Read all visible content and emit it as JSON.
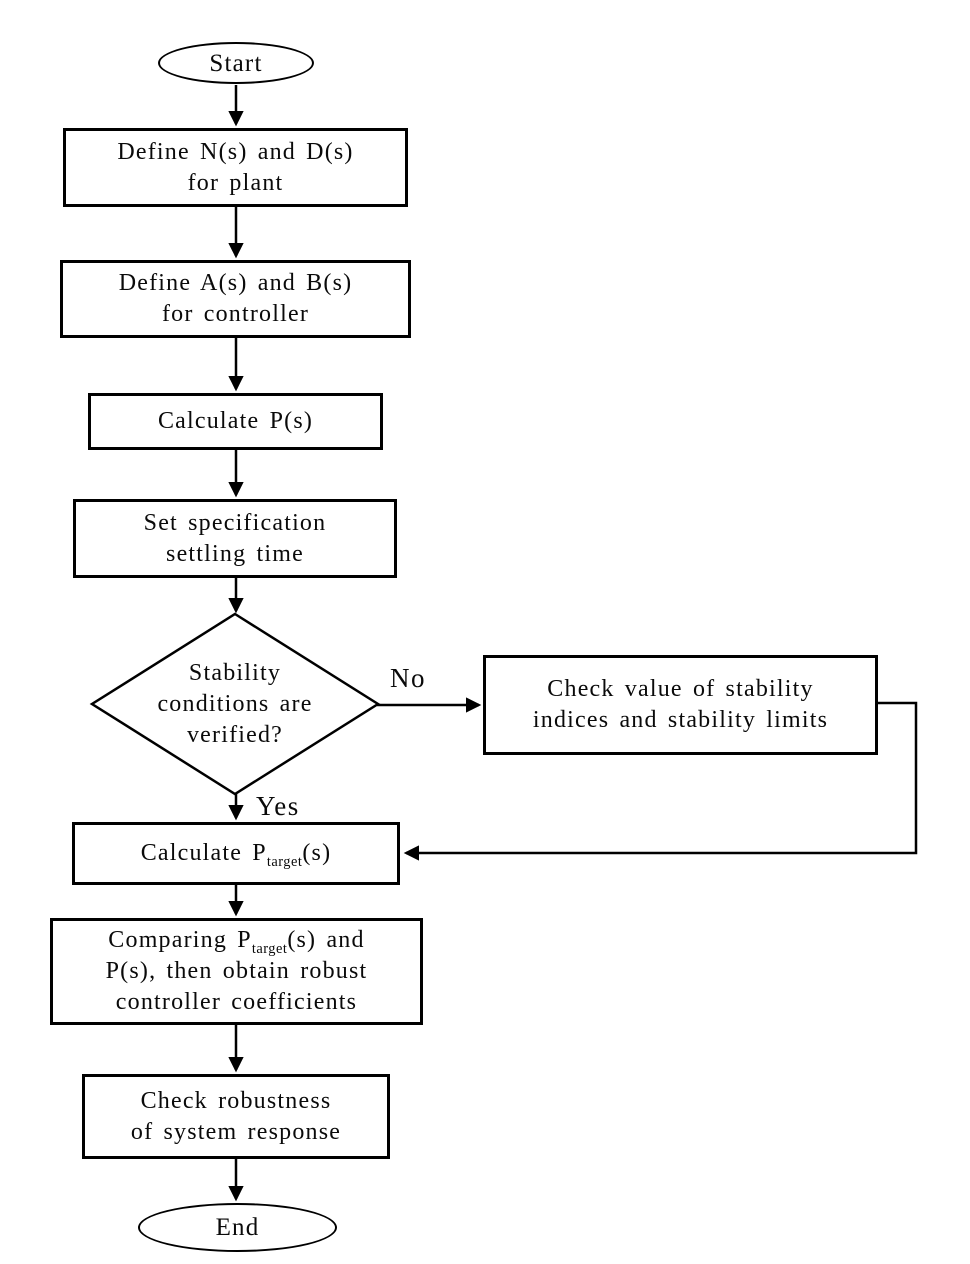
{
  "flowchart": {
    "colors": {
      "stroke": "#000000",
      "background": "#ffffff",
      "text": "#0a0a0a"
    },
    "nodes": {
      "start": {
        "label": "Start"
      },
      "define_plant": {
        "lines": [
          "Define N(s) and D(s)",
          "for plant"
        ]
      },
      "define_controller": {
        "lines": [
          "Define A(s) and B(s)",
          "for controller"
        ]
      },
      "calculate_p": {
        "label": "Calculate P(s)"
      },
      "set_specification": {
        "lines": [
          "Set specification",
          "settling time"
        ]
      },
      "stability_decision": {
        "lines": [
          "Stability",
          "conditions are",
          "verified?"
        ]
      },
      "check_stability": {
        "lines": [
          "Check value of stability",
          "indices and stability limits"
        ]
      },
      "calculate_ptarget": {
        "pre": "Calculate P",
        "sub": "target",
        "post": "(s)"
      },
      "comparing": {
        "line1_pre": "Comparing P",
        "line1_sub": "target",
        "line1_post": "(s) and",
        "line2": "P(s), then obtain robust",
        "line3": "controller coefficients"
      },
      "check_robustness": {
        "lines": [
          "Check robustness",
          "of system response"
        ]
      },
      "end": {
        "label": "End"
      }
    },
    "edge_labels": {
      "no": "No",
      "yes": "Yes"
    }
  }
}
